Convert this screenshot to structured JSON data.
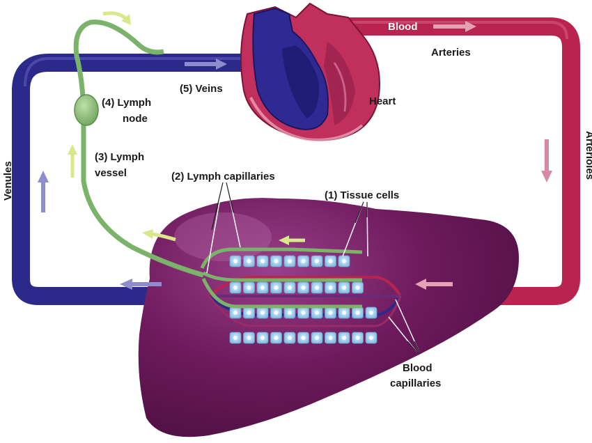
{
  "labels": {
    "blood": "Blood",
    "arteries": "Arteries",
    "heart": "Heart",
    "veins": "(5) Veins",
    "lymph_node_1": "(4) Lymph",
    "lymph_node_2": "node",
    "lymph_vessel_1": "(3) Lymph",
    "lymph_vessel_2": "vessel",
    "lymph_capillaries": "(2) Lymph capillaries",
    "tissue_cells": "(1) Tissue cells",
    "venules": "Venules",
    "arterioles": "Arterioles",
    "blood_capillaries_1": "Blood",
    "blood_capillaries_2": "capillaries"
  },
  "colors": {
    "artery": "#b8234f",
    "vein": "#2b2a8a",
    "lymph": "#7bb36a",
    "organ": "#6e1a5c",
    "cell": "#9fd0ec",
    "arrow_venous": "#8c8ccf",
    "arrow_arterial": "#d98aa0",
    "arrow_lymph": "#d9e88a"
  },
  "tissue_rows": [
    {
      "cells": 9
    },
    {
      "cells": 10
    },
    {
      "cells": 11
    },
    {
      "cells": 11
    }
  ]
}
